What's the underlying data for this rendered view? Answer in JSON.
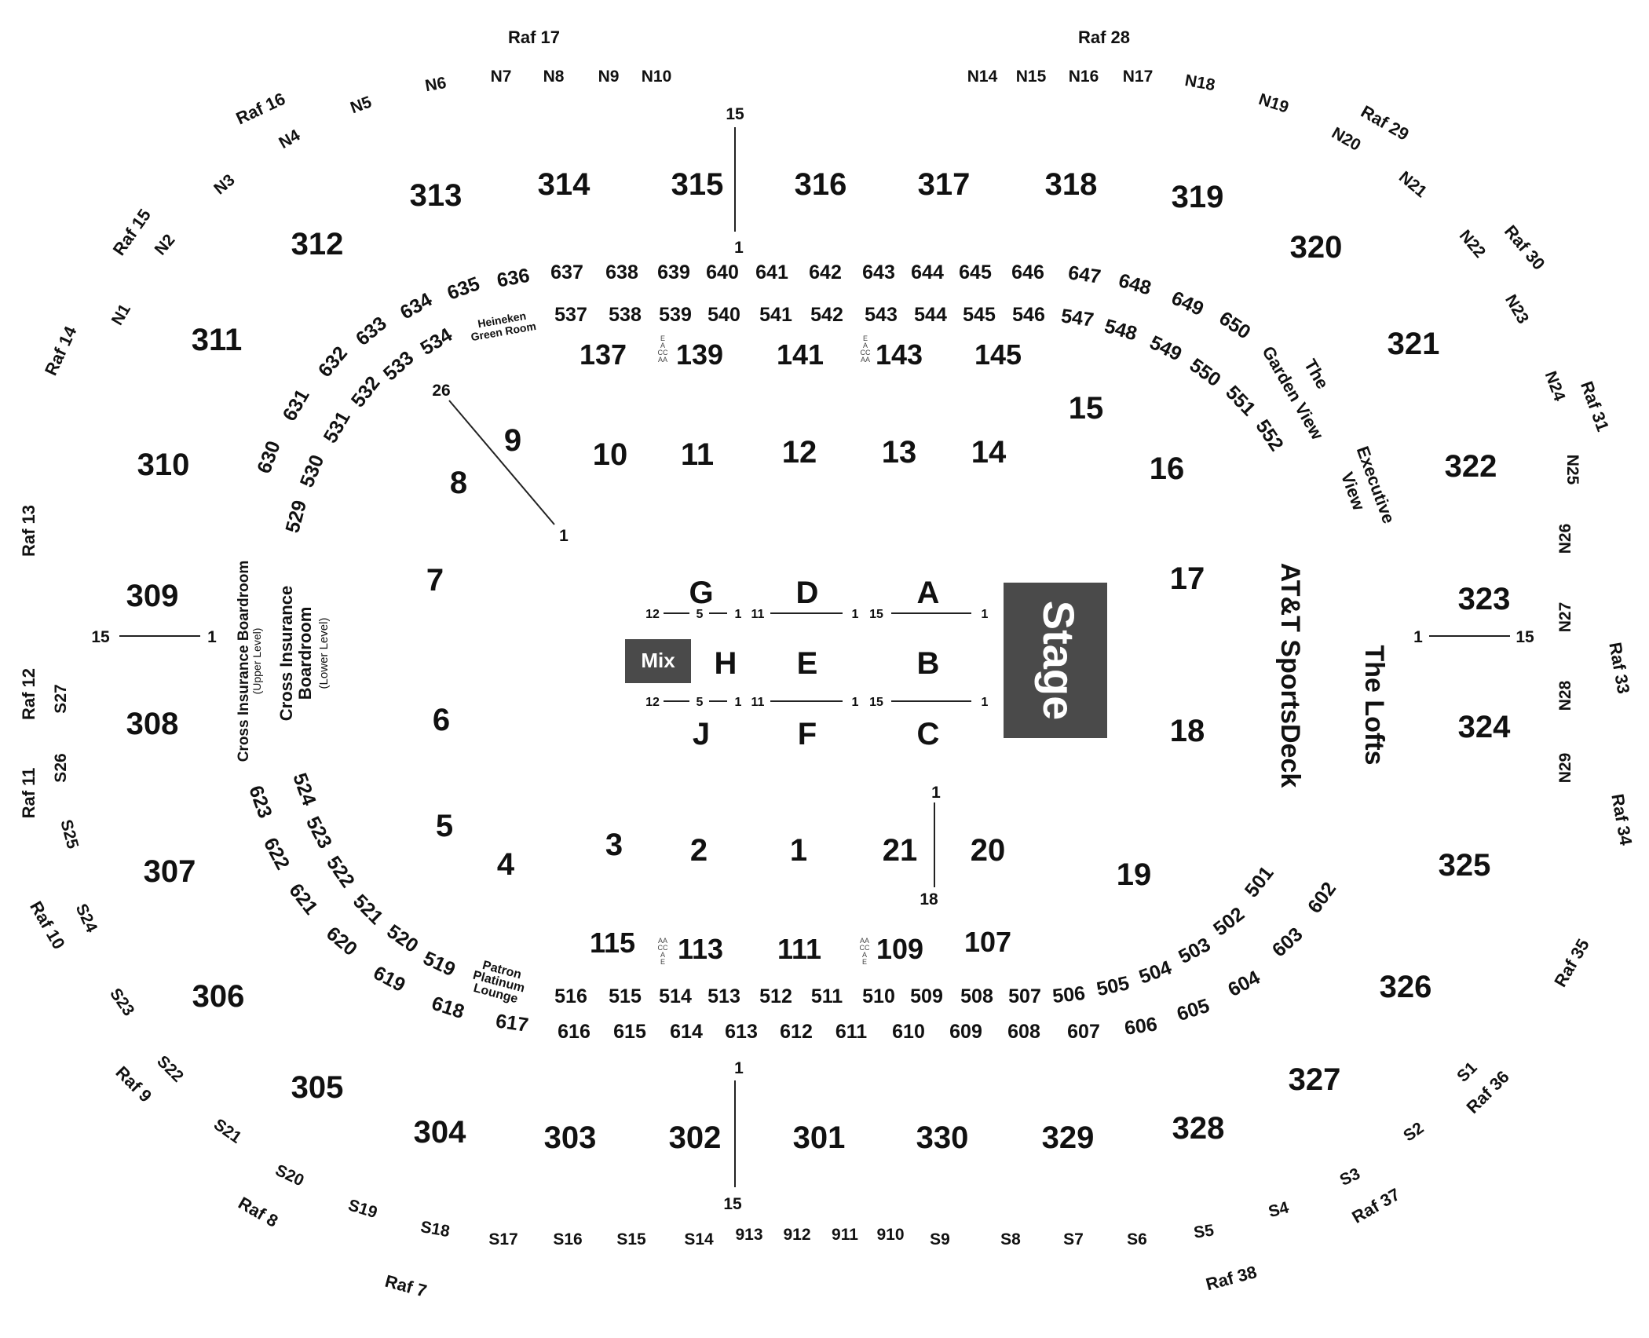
{
  "sections": {
    "upper_300": [
      "301",
      "302",
      "303",
      "304",
      "305",
      "306",
      "307",
      "308",
      "309",
      "310",
      "311",
      "312",
      "313",
      "314",
      "315",
      "316",
      "317",
      "318",
      "319",
      "320",
      "321",
      "322",
      "323",
      "324",
      "325",
      "326",
      "327",
      "328",
      "329",
      "330"
    ],
    "floor": [
      "1",
      "2",
      "3",
      "4",
      "5",
      "6",
      "7",
      "8",
      "9",
      "10",
      "11",
      "12",
      "13",
      "14",
      "15",
      "16",
      "17",
      "18",
      "19",
      "20",
      "21"
    ],
    "floor_letters": [
      "A",
      "B",
      "C",
      "D",
      "E",
      "F",
      "G",
      "H",
      "J"
    ],
    "loge_100": [
      "107",
      "109",
      "111",
      "113",
      "115",
      "137",
      "139",
      "141",
      "143",
      "145"
    ],
    "tier_500_north": [
      "529",
      "530",
      "531",
      "532",
      "533",
      "534",
      "537",
      "538",
      "539",
      "540",
      "541",
      "542",
      "543",
      "544",
      "545",
      "546",
      "547",
      "548",
      "549",
      "550",
      "551",
      "552"
    ],
    "tier_500_south": [
      "501",
      "502",
      "503",
      "504",
      "505",
      "506",
      "507",
      "508",
      "509",
      "510",
      "511",
      "512",
      "513",
      "514",
      "515",
      "516",
      "519",
      "520",
      "521",
      "522",
      "523",
      "524"
    ],
    "tier_600_north": [
      "630",
      "631",
      "632",
      "633",
      "634",
      "635",
      "636",
      "637",
      "638",
      "639",
      "640",
      "641",
      "642",
      "643",
      "644",
      "645",
      "646",
      "647",
      "648",
      "649",
      "650"
    ],
    "tier_600_south": [
      "602",
      "603",
      "604",
      "605",
      "606",
      "607",
      "608",
      "609",
      "610",
      "611",
      "612",
      "613",
      "614",
      "615",
      "616",
      "617",
      "618",
      "619",
      "620",
      "621",
      "622",
      "623"
    ],
    "north_boxes": [
      "N1",
      "N2",
      "N3",
      "N4",
      "N5",
      "N6",
      "N7",
      "N8",
      "N9",
      "N10",
      "N14",
      "N15",
      "N16",
      "N17",
      "N18",
      "N19",
      "N20",
      "N21",
      "N22",
      "N23",
      "N24",
      "N25",
      "N26",
      "N27",
      "N28",
      "N29"
    ],
    "south_boxes": [
      "S1",
      "S2",
      "S3",
      "S4",
      "S5",
      "S6",
      "S7",
      "S8",
      "S9",
      "S14",
      "S15",
      "S16",
      "S17",
      "S18",
      "S19",
      "S20",
      "S21",
      "S22",
      "S23",
      "S24",
      "S25",
      "S26",
      "S27"
    ],
    "box_900": [
      "913",
      "912",
      "911",
      "910"
    ],
    "rafters": [
      "Raf 7",
      "Raf 8",
      "Raf 9",
      "Raf 10",
      "Raf 11",
      "Raf 12",
      "Raf 13",
      "Raf 14",
      "Raf 15",
      "Raf 16",
      "Raf 17",
      "Raf 28",
      "Raf 29",
      "Raf 30",
      "Raf 31",
      "Raf 33",
      "Raf 34",
      "Raf 35",
      "Raf 36",
      "Raf 37",
      "Raf 38"
    ]
  },
  "labels": {
    "stage": "Stage",
    "mix": "Mix",
    "sportsdeck": "AT&T SportsDeck",
    "lofts": "The Lofts",
    "garden_view": "The Garden View",
    "garden_view_line1": "The",
    "garden_view_line2": "Garden View",
    "executive_view_line1": "Executive",
    "executive_view_line2": "View",
    "heineken_line1": "Heineken",
    "heineken_line2": "Green Room",
    "patron_line1": "Patron",
    "patron_line2": "Platinum",
    "patron_line3": "Lounge",
    "boardroom_upper_line1": "Cross Insurance Boardroom",
    "boardroom_upper_line2": "(Upper Level)",
    "boardroom_lower_line1": "Cross Insurance",
    "boardroom_lower_line2": "Boardroom",
    "boardroom_lower_line3": "(Lower Level)",
    "access_north": [
      "E",
      "A",
      "CC",
      "AA"
    ],
    "access_south": [
      "AA",
      "CC",
      "A",
      "E"
    ]
  },
  "row_markers": {
    "top_axis": [
      "15",
      "1"
    ],
    "bottom_axis": [
      "1",
      "15"
    ],
    "left_axis": [
      "15",
      "1"
    ],
    "right_axis": [
      "1",
      "15"
    ],
    "diag_26_1": [
      "26",
      "1"
    ],
    "floor_1_18": [
      "1",
      "18"
    ],
    "floor_top_row": [
      "12",
      "5",
      "1",
      "11",
      "1",
      "15",
      "1"
    ],
    "floor_bottom_row": [
      "12",
      "5",
      "1",
      "11",
      "1",
      "15",
      "1"
    ]
  },
  "colors": {
    "stage_fill": "#4a4a4a",
    "mix_fill": "#4a4a4a",
    "text": "#111111",
    "background": "#ffffff"
  }
}
